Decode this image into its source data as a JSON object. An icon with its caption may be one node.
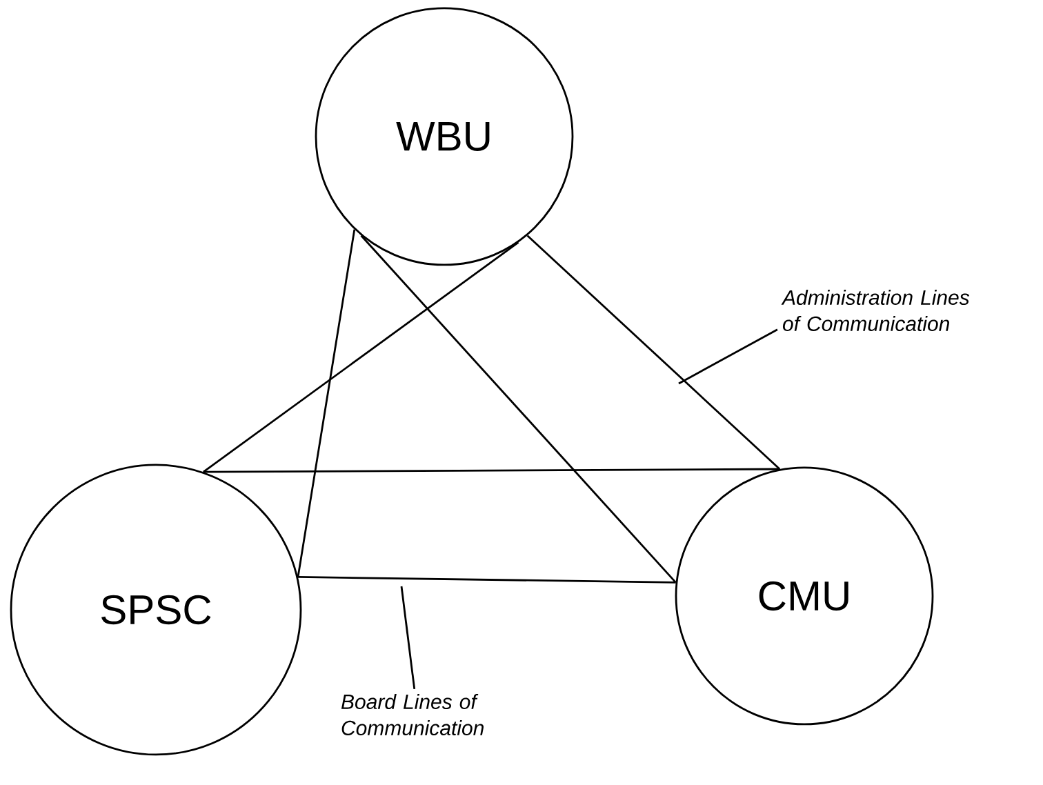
{
  "diagram": {
    "nodes": [
      {
        "text": [
          "WBU"
        ]
      },
      {
        "text": [
          "SPSC"
        ]
      },
      {
        "text": [
          "CMU"
        ]
      },
      {
        "text": [
          "Administration Lines of Communication"
        ]
      },
      {
        "text": [
          "Board Lines of Communication"
        ]
      }
    ],
    "edges": [
      {
        "from": 0,
        "to": 1,
        "arrow": "none"
      },
      {
        "from": 0,
        "to": 1,
        "arrow": "none"
      },
      {
        "from": 0,
        "to": 2,
        "arrow": "none"
      },
      {
        "from": 0,
        "to": 2,
        "arrow": "none"
      },
      {
        "from": 1,
        "to": 2,
        "arrow": "none"
      },
      {
        "from": 1,
        "to": 2,
        "arrow": "none"
      },
      {
        "from": 3,
        "to": null,
        "arrow": "none"
      },
      {
        "from": 4,
        "to": null,
        "arrow": "none"
      }
    ]
  }
}
